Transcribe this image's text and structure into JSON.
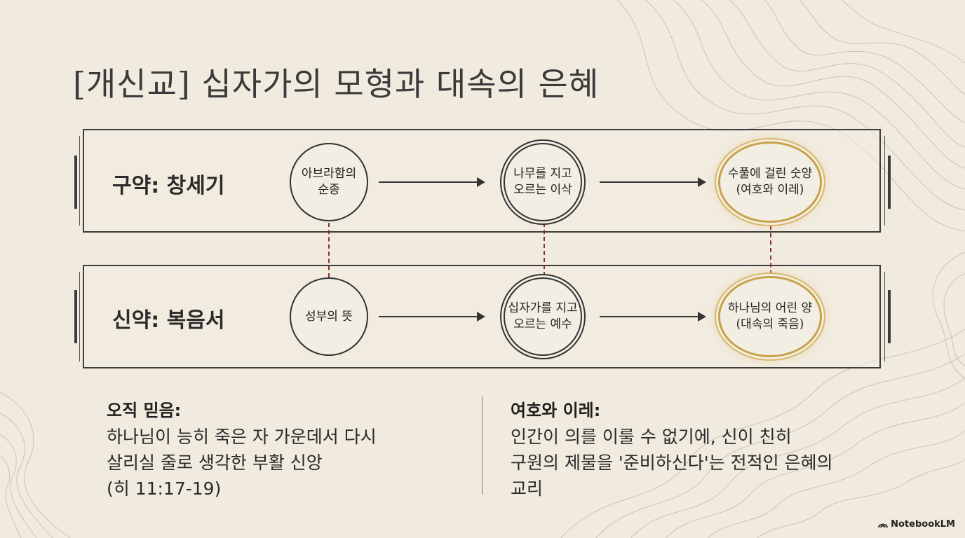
{
  "title": "[개신교] 십자가의 모형과 대속의 은혜",
  "rows": [
    {
      "label": "구약: 창세기",
      "nodes": [
        "아브라함의\n순종",
        "나무를 지고\n오르는 이삭",
        "수풀에 걸린 숫양\n(여호와 이레)"
      ]
    },
    {
      "label": "신약: 복음서",
      "nodes": [
        "성부의 뜻",
        "십자가를 지고\n오르는 예수",
        "하나님의 어린 양\n(대속의 죽음)"
      ]
    }
  ],
  "notes": {
    "left": {
      "heading": "오직 믿음:",
      "body": "하나님이 능히 죽은 자 가운데서 다시\n살리실 줄로 생각한 부활 신앙\n(히 11:17-19)"
    },
    "right": {
      "heading": "여호와 이레:",
      "body": "인간이 의를 이룰 수 없기에, 신이 친히\n구원의 제물을 '준비하신다'는 전적인 은혜의\n교리"
    }
  },
  "brand": "NotebookLM",
  "colors": {
    "background": "#f1ebdf",
    "ink": "#333333",
    "gold": "#c8a24a",
    "link_dashed": "#8c2e2e"
  }
}
